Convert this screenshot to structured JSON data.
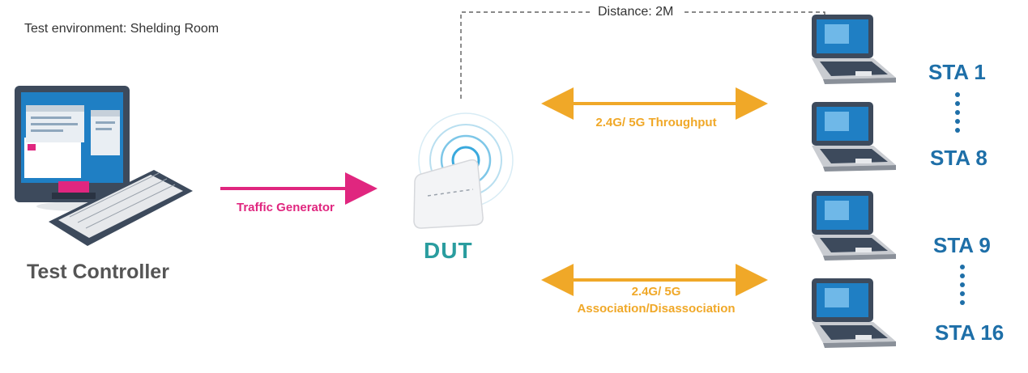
{
  "environment": "Test environment: Shelding Room",
  "distance": "Distance: 2M",
  "controller": {
    "label": "Test Controller"
  },
  "dut": {
    "label": "DUT"
  },
  "links": {
    "traffic": "Traffic Generator",
    "throughput": "2.4G/ 5G Throughput",
    "association_line1": "2.4G/ 5G",
    "association_line2": "Association/Disassociation"
  },
  "stations": [
    "STA 1",
    "STA 8",
    "STA 9",
    "STA 16"
  ],
  "colors": {
    "traffic_arrow": "#e0267f",
    "link_arrow": "#f0a828",
    "dut_text": "#2a9d9f",
    "sta_text": "#1e6fa8",
    "laptop_body": "#3d4a5c",
    "laptop_screen": "#1f7fc4"
  }
}
